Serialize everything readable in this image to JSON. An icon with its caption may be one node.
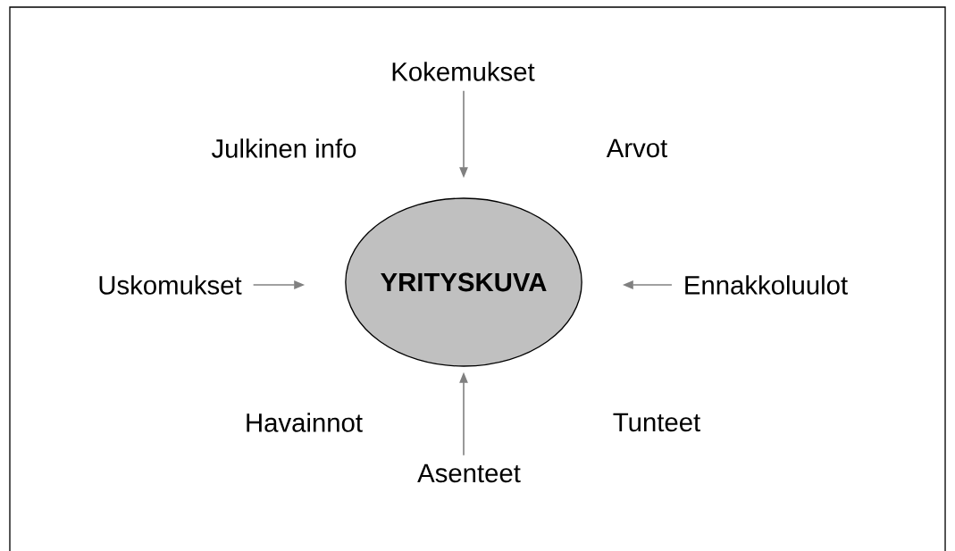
{
  "diagram": {
    "nodes": [
      {
        "text": [
          "Kokemukset"
        ]
      },
      {
        "text": [
          "Uskomukset"
        ]
      },
      {
        "text": [
          "YRITYSKUVA"
        ]
      },
      {
        "text": [
          "Ennakkoluulot"
        ]
      },
      {
        "text": [
          "Asenteet"
        ]
      }
    ],
    "edges": [
      {
        "from": 0,
        "to": 2,
        "arrow": "to"
      },
      {
        "from": 1,
        "to": 2,
        "arrow": "to"
      },
      {
        "from": 3,
        "to": 2,
        "arrow": "to"
      },
      {
        "from": 4,
        "to": 2,
        "arrow": "to"
      }
    ],
    "labels": [
      "Julkinen info",
      "Arvot",
      "Havainnot",
      "Tunteet"
    ]
  }
}
